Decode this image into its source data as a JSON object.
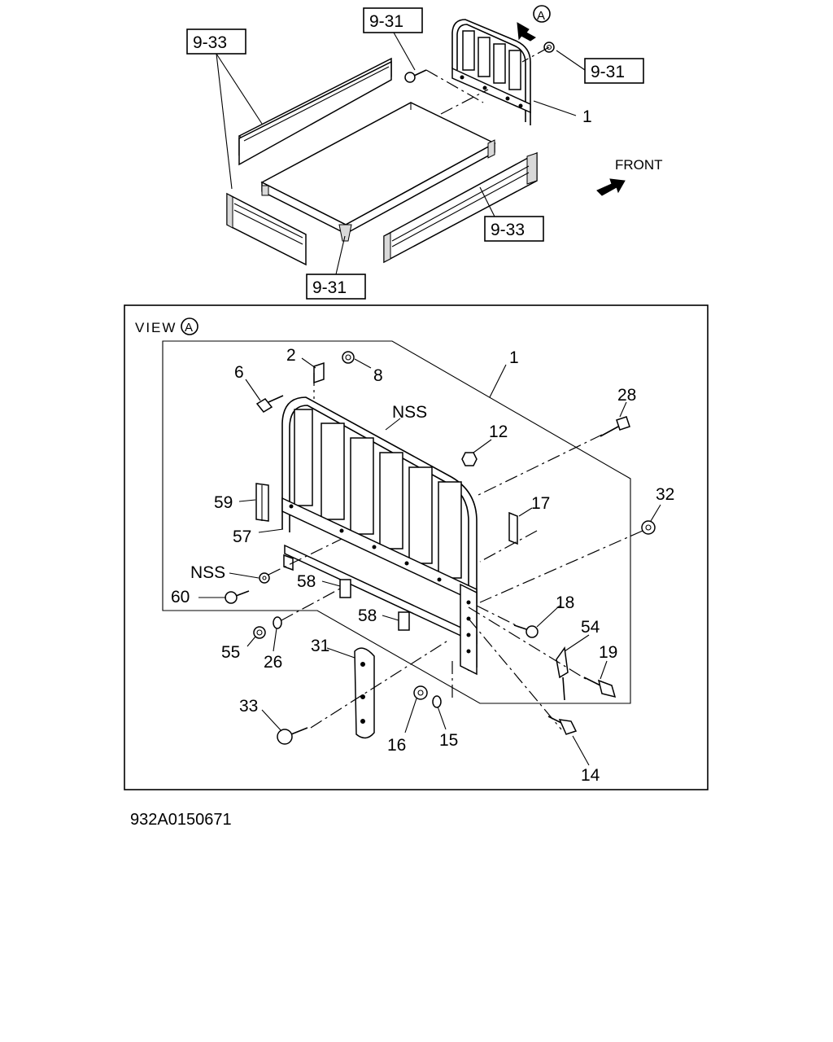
{
  "drawing_code": "932A0150671",
  "view_title": "VIEW",
  "view_marker": "A",
  "front_label": "FRONT",
  "overview": {
    "refs": [
      "9-33",
      "9-31",
      "9-31",
      "9-33",
      "9-31"
    ],
    "part_1": "1",
    "marker": "A"
  },
  "detail_labels": {
    "p1": "1",
    "p2": "2",
    "p6": "6",
    "p8": "8",
    "nss_top": "NSS",
    "p12": "12",
    "p28": "28",
    "p32": "32",
    "p17": "17",
    "p59": "59",
    "p57": "57",
    "nss_left": "NSS",
    "p60": "60",
    "p58a": "58",
    "p58b": "58",
    "p18": "18",
    "p54": "54",
    "p19": "19",
    "p55": "55",
    "p26": "26",
    "p31": "31",
    "p33": "33",
    "p16": "16",
    "p15": "15",
    "p14": "14"
  }
}
